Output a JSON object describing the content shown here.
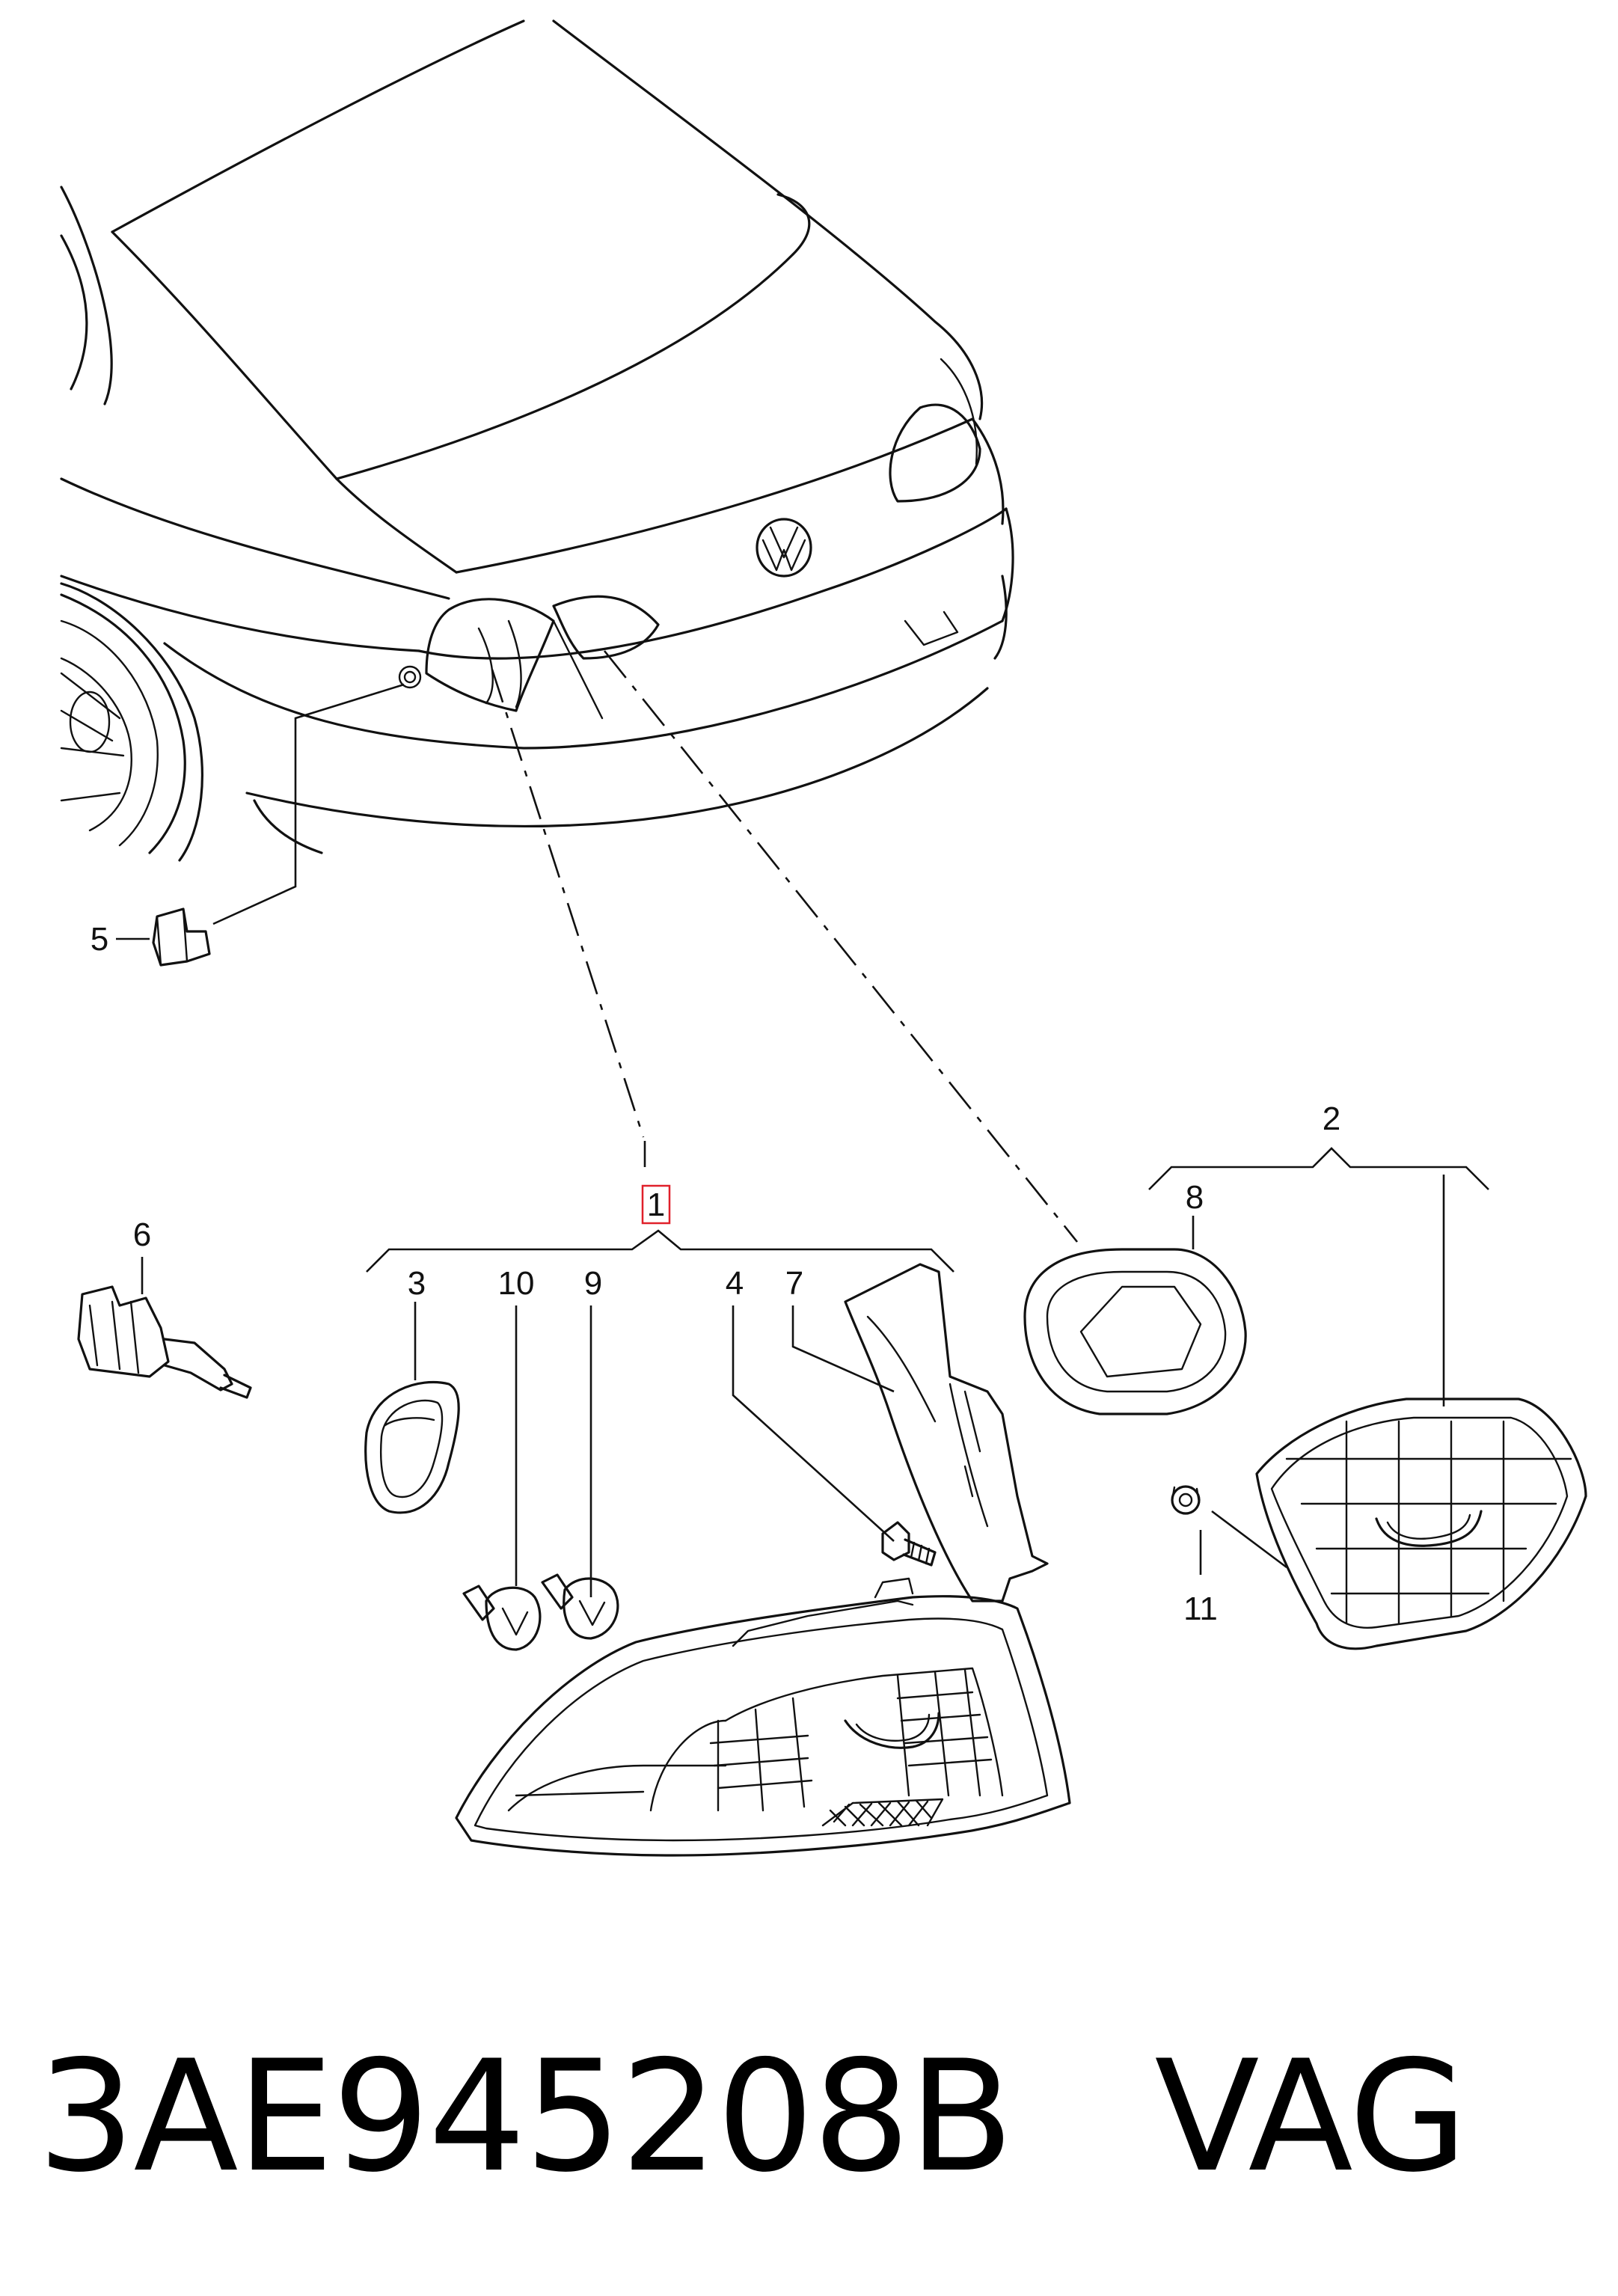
{
  "callouts": {
    "c1": "1",
    "c2": "2",
    "c3": "3",
    "c4": "4",
    "c5": "5",
    "c6": "6",
    "c7": "7",
    "c8": "8",
    "c9": "9",
    "c10": "10",
    "c11": "11"
  },
  "caption": {
    "part_number": "3AE945208B",
    "brand": "VAG"
  },
  "highlight_color": "#e0202a"
}
